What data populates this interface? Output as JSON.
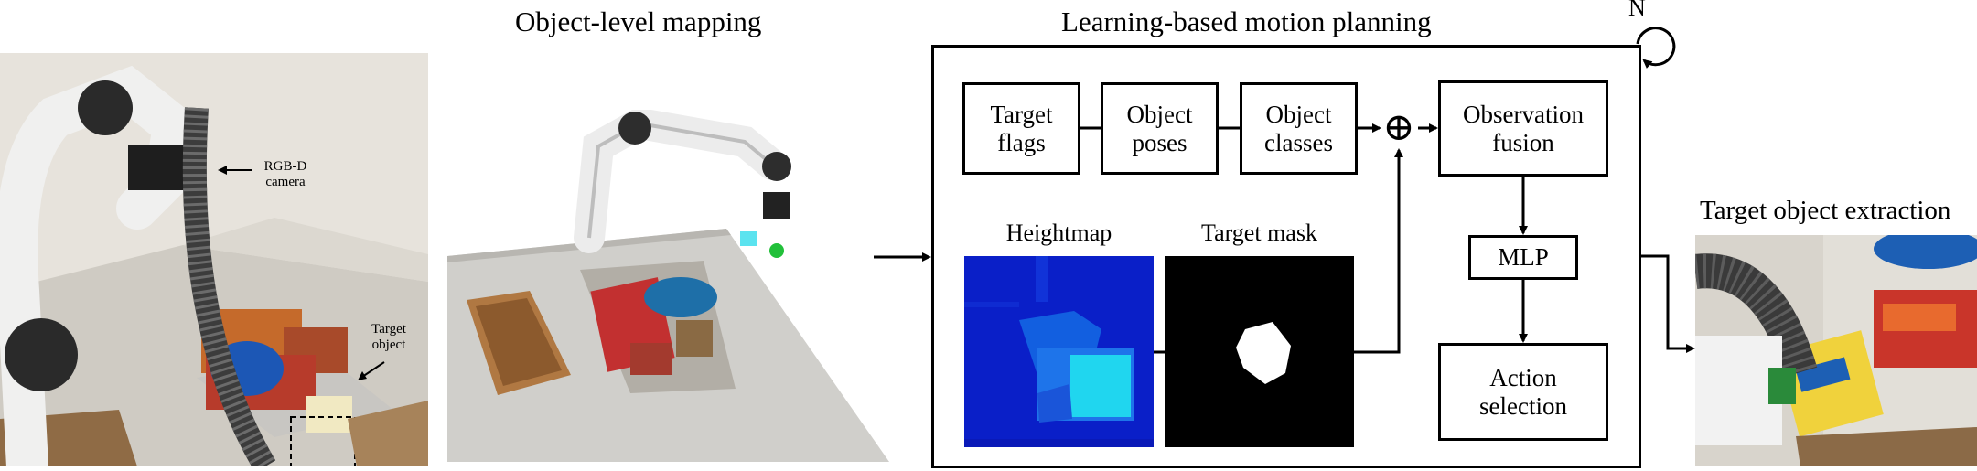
{
  "titles": {
    "mapping": "Object-level mapping",
    "planning": "Learning-based motion planning",
    "extraction": "Target object extraction"
  },
  "photo_labels": {
    "camera": "RGB-D\ncamera",
    "target": "Target\nobject"
  },
  "loop_label": "N",
  "inputs": [
    {
      "id": "target-flags",
      "label": "Target\nflags"
    },
    {
      "id": "object-poses",
      "label": "Object\nposes"
    },
    {
      "id": "object-classes",
      "label": "Object\nclasses"
    }
  ],
  "plus_symbol": "⊕",
  "blocks": {
    "observation_fusion": "Observation\nfusion",
    "mlp": "MLP",
    "action_selection": "Action\nselection"
  },
  "images": {
    "heightmap": "Heightmap",
    "target_mask": "Target mask"
  },
  "colors": {
    "heightmap_bg": "#0a1fc8",
    "heightmap_obj": "#1fd3ee",
    "mask_bg": "#000000",
    "mask_obj": "#ffffff",
    "floor": "#cfcdc6",
    "wall": "#e9e6df"
  }
}
